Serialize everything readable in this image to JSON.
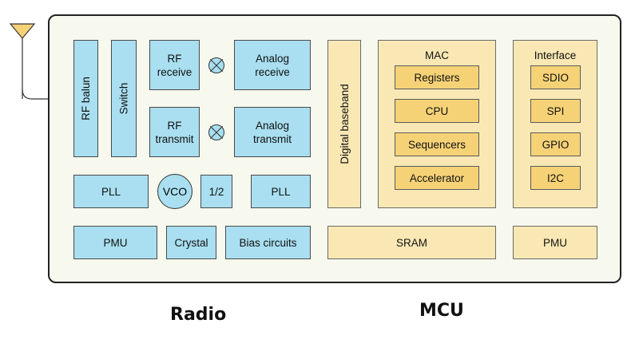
{
  "radio": {
    "rf_balun": "RF balun",
    "switch": "Switch",
    "rf_receive": "RF\nreceive",
    "rf_transmit": "RF\ntransmit",
    "analog_receive": "Analog\nreceive",
    "analog_transmit": "Analog\ntransmit",
    "pll_left": "PLL",
    "vco": "VCO",
    "divider": "1/2",
    "pll_right": "PLL",
    "pmu": "PMU",
    "crystal": "Crystal",
    "bias": "Bias circuits",
    "caption": "Radio"
  },
  "baseband": {
    "label": "Digital baseband"
  },
  "mcu": {
    "mac_title": "MAC",
    "mac_items": [
      "Registers",
      "CPU",
      "Sequencers",
      "Accelerator"
    ],
    "interface_title": "Interface",
    "interface_items": [
      "SDIO",
      "SPI",
      "GPIO",
      "I2C"
    ],
    "sram": "SRAM",
    "pmu": "PMU",
    "caption": "MCU"
  },
  "colors": {
    "radio": "#a9dff0",
    "mcu_panel": "#fae8b4",
    "mcu_item": "#f6d277"
  }
}
